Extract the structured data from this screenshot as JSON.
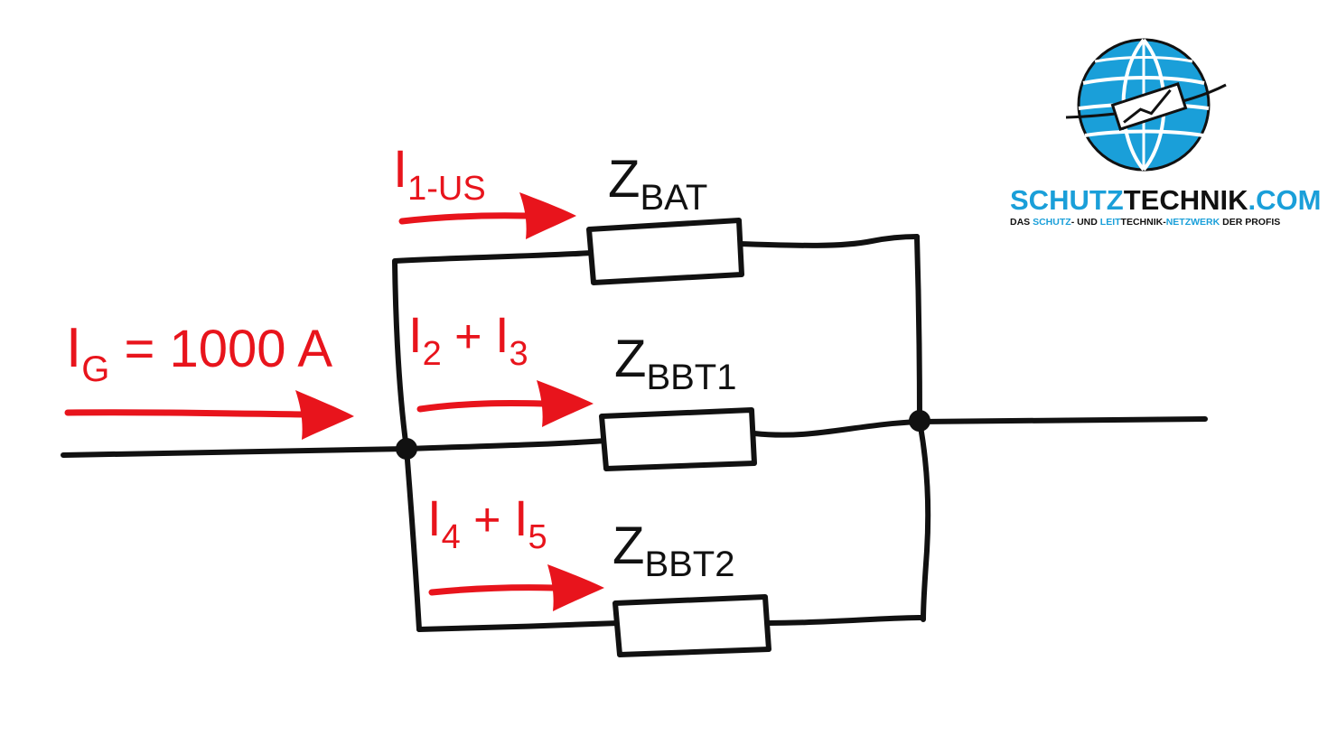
{
  "colors": {
    "wire": "#111111",
    "current": "#e8141c",
    "brand_blue": "#1a9fd9",
    "brand_dark": "#111111"
  },
  "labels": {
    "ig": {
      "main": "I",
      "sub": "G",
      "rest": " = 1000 A"
    },
    "i1": {
      "main": "I",
      "sub": "1-US"
    },
    "i23": {
      "main1": "I",
      "sub1": "2",
      "plus": " + ",
      "main2": "I",
      "sub2": "3"
    },
    "i45": {
      "main1": "I",
      "sub1": "4",
      "plus": " + ",
      "main2": "I",
      "sub2": "5"
    },
    "z_bat": {
      "main": "Z",
      "sub": "BAT"
    },
    "z_bbt1": {
      "main": "Z",
      "sub": "BBT1"
    },
    "z_bbt2": {
      "main": "Z",
      "sub": "BBT2"
    }
  },
  "logo": {
    "name_part1": "SCHUTZ",
    "name_part2": "TECHNIK",
    "name_part3": ".COM",
    "tagline": {
      "t1": "DAS ",
      "t2": "SCHUTZ",
      "t3": "- UND ",
      "t4": "LEIT",
      "t5": "TECHNIK-",
      "t6": "NETZWERK",
      "t7": " DER PROFIS"
    },
    "icon": "globe-icon"
  }
}
